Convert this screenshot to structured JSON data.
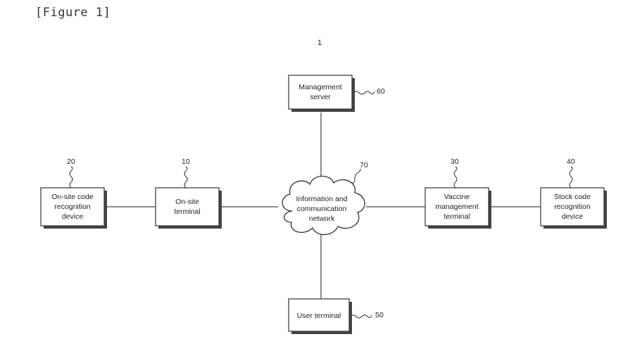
{
  "figure_caption": "[Figure 1]",
  "system_label": "1",
  "nodes": [
    {
      "id": "management-server",
      "lines": [
        "Management",
        "server"
      ],
      "ref": "60"
    },
    {
      "id": "on-site-code-recognition-device",
      "lines": [
        "On-site code",
        "recognition",
        "device"
      ],
      "ref": "20"
    },
    {
      "id": "on-site-terminal",
      "lines": [
        "On-site",
        "terminal"
      ],
      "ref": "10"
    },
    {
      "id": "information-and-communication-network",
      "lines": [
        "Information and",
        "communication",
        "network"
      ],
      "ref": "70"
    },
    {
      "id": "vaccine-management-terminal",
      "lines": [
        "Vaccine",
        "management",
        "terminal"
      ],
      "ref": "30"
    },
    {
      "id": "stock-code-recognition-device",
      "lines": [
        "Stock code",
        "recognition",
        "device"
      ],
      "ref": "40"
    },
    {
      "id": "user-terminal",
      "lines": [
        "User terminal"
      ],
      "ref": "50"
    }
  ],
  "edges": [
    [
      "on-site-code-recognition-device",
      "on-site-terminal"
    ],
    [
      "on-site-terminal",
      "information-and-communication-network"
    ],
    [
      "information-and-communication-network",
      "vaccine-management-terminal"
    ],
    [
      "vaccine-management-terminal",
      "stock-code-recognition-device"
    ],
    [
      "management-server",
      "information-and-communication-network"
    ],
    [
      "information-and-communication-network",
      "user-terminal"
    ]
  ]
}
